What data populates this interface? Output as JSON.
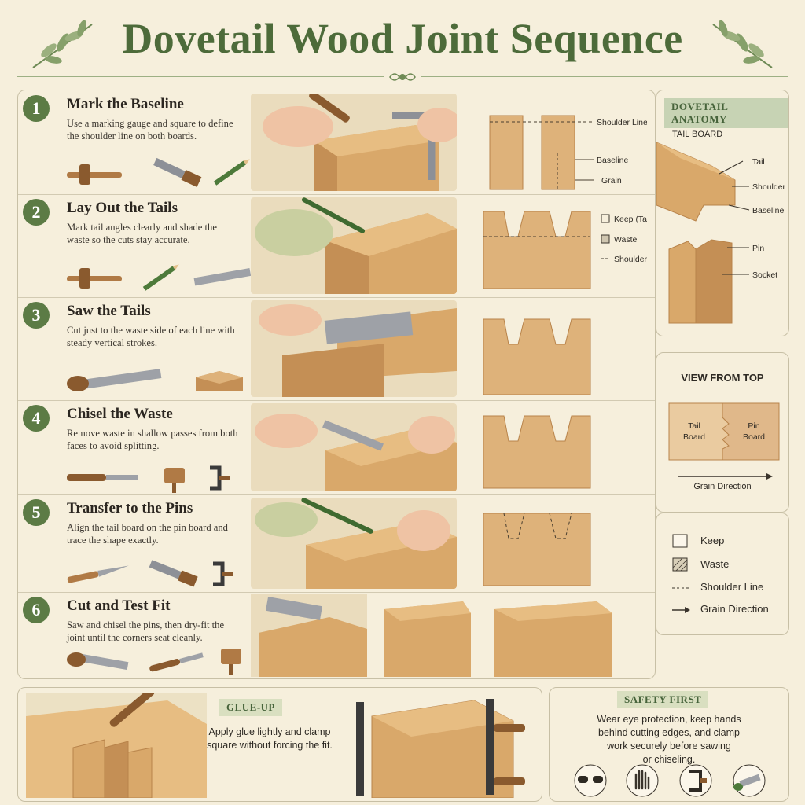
{
  "title": "Dovetail Wood Joint Sequence",
  "steps": [
    {
      "number": "1",
      "title": "Mark the Baseline",
      "text": "Use a marking gauge and square to define the shoulder line on both boards.",
      "diagram_labels": [
        "Shoulder Line",
        "Baseline",
        "Grain"
      ]
    },
    {
      "number": "2",
      "title": "Lay Out the Tails",
      "text": "Mark tail angles clearly and shade the waste so the cuts stay accurate.",
      "diagram_labels": [
        "Keep (Tails)",
        "Waste",
        "Shoulder Line"
      ]
    },
    {
      "number": "3",
      "title": "Saw the Tails",
      "text": "Cut just to the waste side of each line with steady vertical strokes."
    },
    {
      "number": "4",
      "title": "Chisel the Waste",
      "text": "Remove waste in shallow passes from both faces to avoid splitting."
    },
    {
      "number": "5",
      "title": "Transfer to the Pins",
      "text": "Align the tail board on the pin board and trace the shape exactly."
    },
    {
      "number": "6",
      "title": "Cut and Test Fit",
      "text": "Saw and chisel the pins, then dry-fit the joint until the corners seat cleanly."
    }
  ],
  "anatomy": {
    "header": "DOVETAIL ANATOMY",
    "subtitle": "TAIL BOARD",
    "labels": [
      "Tail",
      "Shoulder",
      "Baseline",
      "Pin",
      "Socket"
    ]
  },
  "top_view": {
    "title": "VIEW FROM TOP",
    "tail_board": [
      "Tail",
      "Board"
    ],
    "pin_board": [
      "Pin",
      "Board"
    ],
    "grain": "Grain Direction"
  },
  "legend": {
    "items": [
      "Keep",
      "Waste",
      "Shoulder Line",
      "Grain Direction"
    ]
  },
  "glue": {
    "header": "GLUE-UP",
    "text": [
      "Apply glue lightly and clamp",
      "square without forcing the fit."
    ]
  },
  "safety": {
    "header": "SAFETY FIRST",
    "text": [
      "Wear eye protection, keep hands",
      "behind cutting edges, and clamp",
      "work securely before sawing",
      "or chiseling."
    ]
  },
  "colors": {
    "accent": "#5c7b45",
    "wood": "#d9a86a",
    "wood_dark": "#b8834a",
    "paper": "#f6efdc"
  }
}
